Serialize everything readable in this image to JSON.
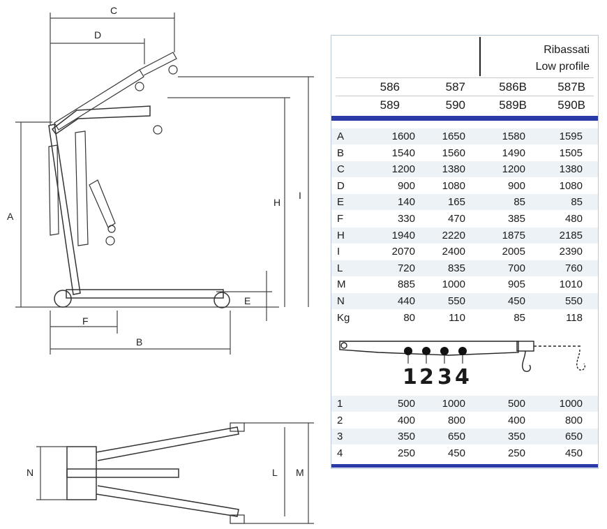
{
  "header": {
    "title_line1": "Ribassati",
    "title_line2": "Low profile",
    "models_row1": [
      "586",
      "587",
      "586B",
      "587B"
    ],
    "models_row2": [
      "589",
      "590",
      "589B",
      "590B"
    ]
  },
  "specs": [
    {
      "key": "A",
      "v": [
        "1600",
        "1650",
        "1580",
        "1595"
      ]
    },
    {
      "key": "B",
      "v": [
        "1540",
        "1560",
        "1490",
        "1505"
      ]
    },
    {
      "key": "C",
      "v": [
        "1200",
        "1380",
        "1200",
        "1380"
      ]
    },
    {
      "key": "D",
      "v": [
        "900",
        "1080",
        "900",
        "1080"
      ]
    },
    {
      "key": "E",
      "v": [
        "140",
        "165",
        "85",
        "85"
      ]
    },
    {
      "key": "F",
      "v": [
        "330",
        "470",
        "385",
        "480"
      ]
    },
    {
      "key": "H",
      "v": [
        "1940",
        "2220",
        "1875",
        "2185"
      ]
    },
    {
      "key": "I",
      "v": [
        "2070",
        "2400",
        "2005",
        "2390"
      ]
    },
    {
      "key": "L",
      "v": [
        "720",
        "835",
        "700",
        "760"
      ]
    },
    {
      "key": "M",
      "v": [
        "885",
        "1000",
        "905",
        "1010"
      ]
    },
    {
      "key": "N",
      "v": [
        "440",
        "550",
        "450",
        "550"
      ]
    },
    {
      "key": "Kg",
      "v": [
        "80",
        "110",
        "85",
        "118"
      ]
    }
  ],
  "boom_positions": [
    "1",
    "2",
    "3",
    "4"
  ],
  "capacities": [
    {
      "key": "1",
      "v": [
        "500",
        "1000",
        "500",
        "1000"
      ]
    },
    {
      "key": "2",
      "v": [
        "400",
        "800",
        "400",
        "800"
      ]
    },
    {
      "key": "3",
      "v": [
        "350",
        "650",
        "350",
        "650"
      ]
    },
    {
      "key": "4",
      "v": [
        "250",
        "450",
        "250",
        "450"
      ]
    }
  ],
  "dimension_labels": {
    "A": "A",
    "B": "B",
    "C": "C",
    "D": "D",
    "E": "E",
    "F": "F",
    "H": "H",
    "I": "I",
    "L": "L",
    "M": "M",
    "N": "N"
  },
  "colors": {
    "accent_bar": "#2a3aa8",
    "row_shade": "#edf2f7",
    "table_border": "#b9c8d8"
  }
}
